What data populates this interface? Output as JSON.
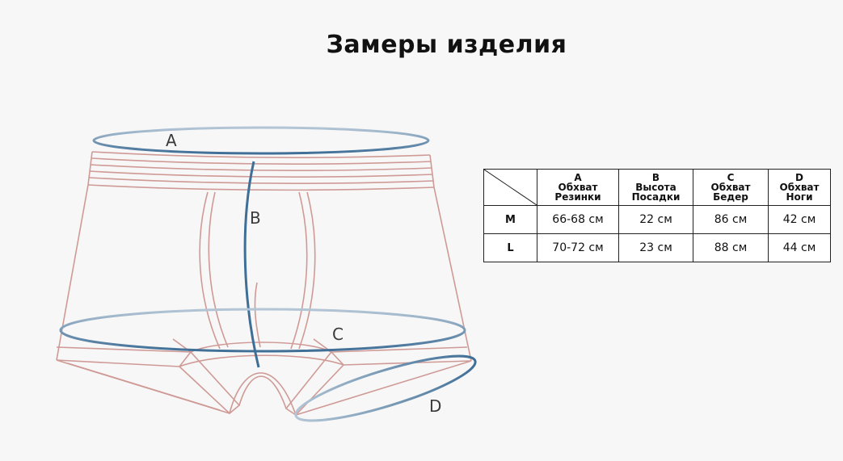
{
  "title": "Замеры изделия",
  "diagram": {
    "labels": [
      "A",
      "B",
      "C",
      "D"
    ],
    "colors": {
      "garment_line": "#cf9a96",
      "measure_line": "#3f6e96",
      "measure_fade": "#b4c6d6"
    }
  },
  "table": {
    "columns": [
      {
        "letter": "A",
        "line1": "Обхват",
        "line2": "Резинки"
      },
      {
        "letter": "B",
        "line1": "Высота",
        "line2": "Посадки"
      },
      {
        "letter": "C",
        "line1": "Обхват",
        "line2": "Бедер"
      },
      {
        "letter": "D",
        "line1": "Обхват",
        "line2": "Ноги"
      }
    ],
    "rows": [
      {
        "size": "M",
        "values": [
          "66-68 см",
          "22 см",
          "86 см",
          "42 см"
        ]
      },
      {
        "size": "L",
        "values": [
          "70-72 см",
          "23 см",
          "88 см",
          "44 см"
        ]
      }
    ]
  }
}
